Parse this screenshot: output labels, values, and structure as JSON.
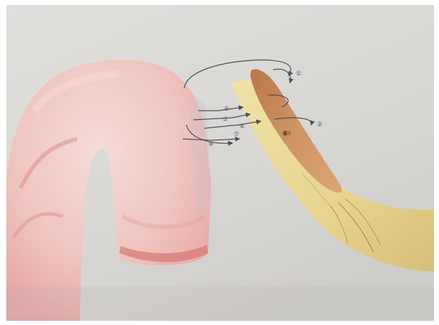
{
  "drawing": {
    "annotations": [
      "①",
      "②",
      "③",
      "④",
      "⑤",
      "⑥",
      "⑦",
      "⑧"
    ],
    "colors": {
      "paper": "#dcdad7",
      "pink_form": "#efc3bd",
      "pink_shade": "#d97f7c",
      "yellow_form": "#e9d896",
      "orange_shape": "#c98b56",
      "arrow": "#4a4f59"
    }
  }
}
